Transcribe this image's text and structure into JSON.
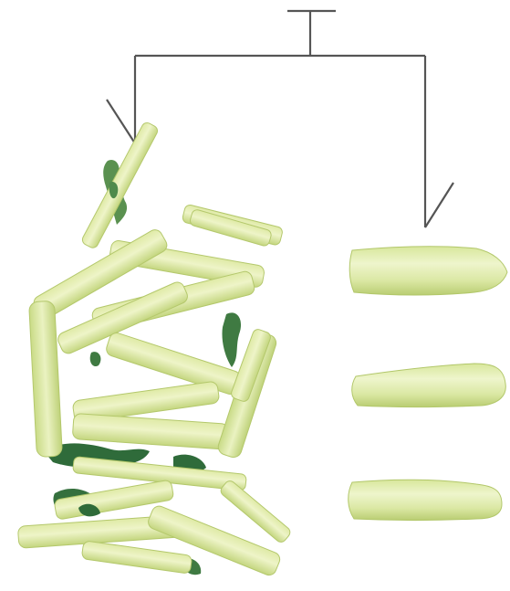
{
  "diagram": {
    "type": "branching-split-illustration",
    "branches": 2,
    "left_group": {
      "content": "pile-of-cut-cabbage-stem-strips-with-leaves"
    },
    "right_group": {
      "content": "trimmed-cabbage-stem-pieces",
      "count": 3
    }
  },
  "colors": {
    "line": "#555555",
    "stem_light": "#e6efba",
    "stem_mid": "#cfe08f",
    "stem_edge": "#b5c96d",
    "stem_shadow": "#9fb45a",
    "leaf_dark": "#2f6b3a",
    "leaf_mid": "#4f8a4c",
    "background": "#ffffff"
  }
}
